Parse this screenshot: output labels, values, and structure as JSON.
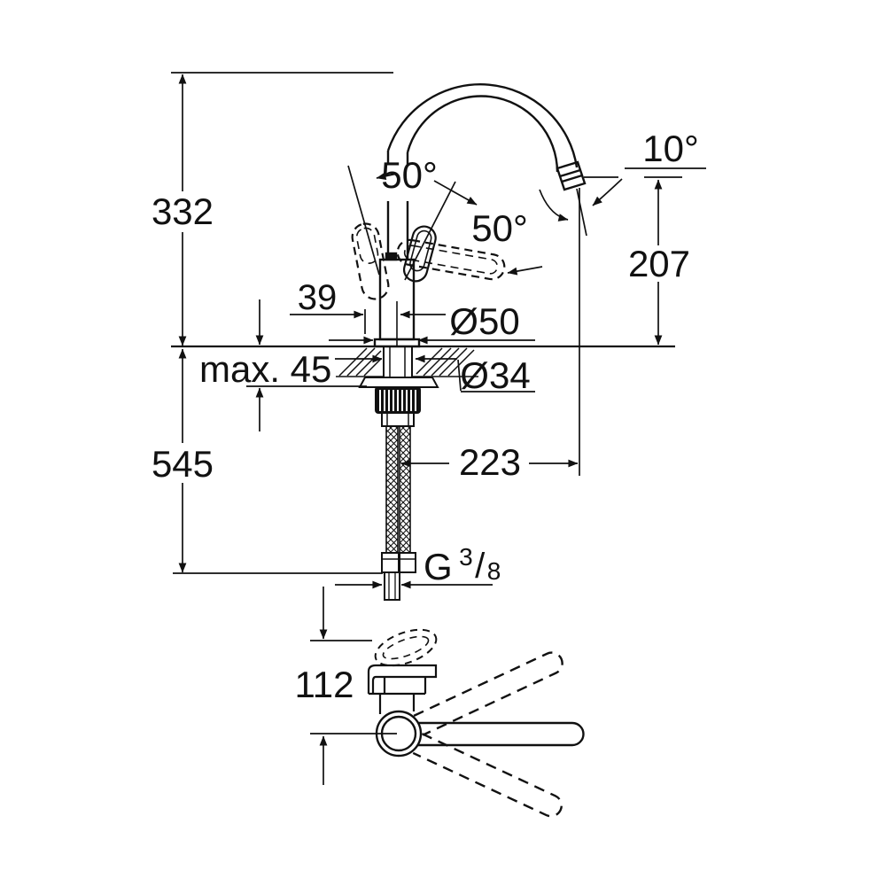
{
  "drawing": {
    "type": "faucet-installation-dimension-drawing",
    "units_implied": "mm",
    "colors": {
      "line": "#111111",
      "background": "#ffffff"
    },
    "dimensions": {
      "overall_height": "332",
      "below_deck_length": "545",
      "handle_angle_back": "50°",
      "handle_angle_front": "50°",
      "spout_tilt_angle": "10°",
      "outlet_height": "207",
      "handle_offset": "39",
      "base_diameter": "Ø50",
      "max_deck_thickness": "max. 45",
      "hole_diameter": "Ø34",
      "spout_reach": "223",
      "thread_prefix": "G",
      "thread_numerator": "3",
      "thread_slash": "/",
      "thread_denominator": "8",
      "swivel_body_width": "112"
    }
  }
}
